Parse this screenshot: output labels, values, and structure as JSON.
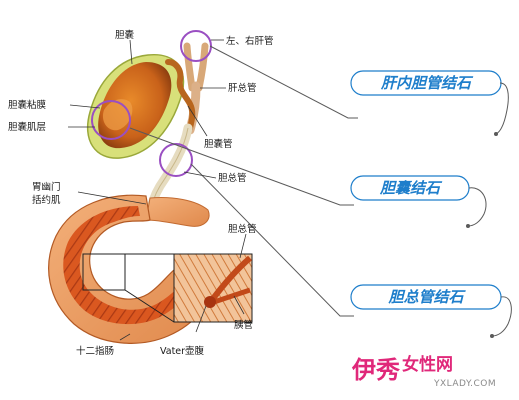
{
  "labels": {
    "gallbladder": "胆囊",
    "hepatic_ducts": "左、右肝管",
    "common_hepatic_duct": "肝总管",
    "gallbladder_mucosa": "胆囊粘膜",
    "gallbladder_muscle": "胆囊肌层",
    "cystic_duct": "胆囊管",
    "common_bile_duct": "胆总管",
    "pyloric_sphincter_line1": "胃幽门",
    "pyloric_sphincter_line2": "括约肌",
    "common_bile_duct_lower": "胆总管",
    "duodenum": "十二指肠",
    "vater_ampulla": "Vater壶腹",
    "pancreatic_duct": "胰管"
  },
  "callouts": [
    {
      "text": "肝内胆管结石"
    },
    {
      "text": "胆囊结石"
    },
    {
      "text": "胆总管结石"
    }
  ],
  "watermark": {
    "main": "伊秀",
    "secondary": "女性网",
    "url": "YXLADY.COM"
  },
  "colors": {
    "callout_text": "#1e7ecb",
    "marker_ring": "#9a4fc2",
    "logo": "#e0287a"
  }
}
